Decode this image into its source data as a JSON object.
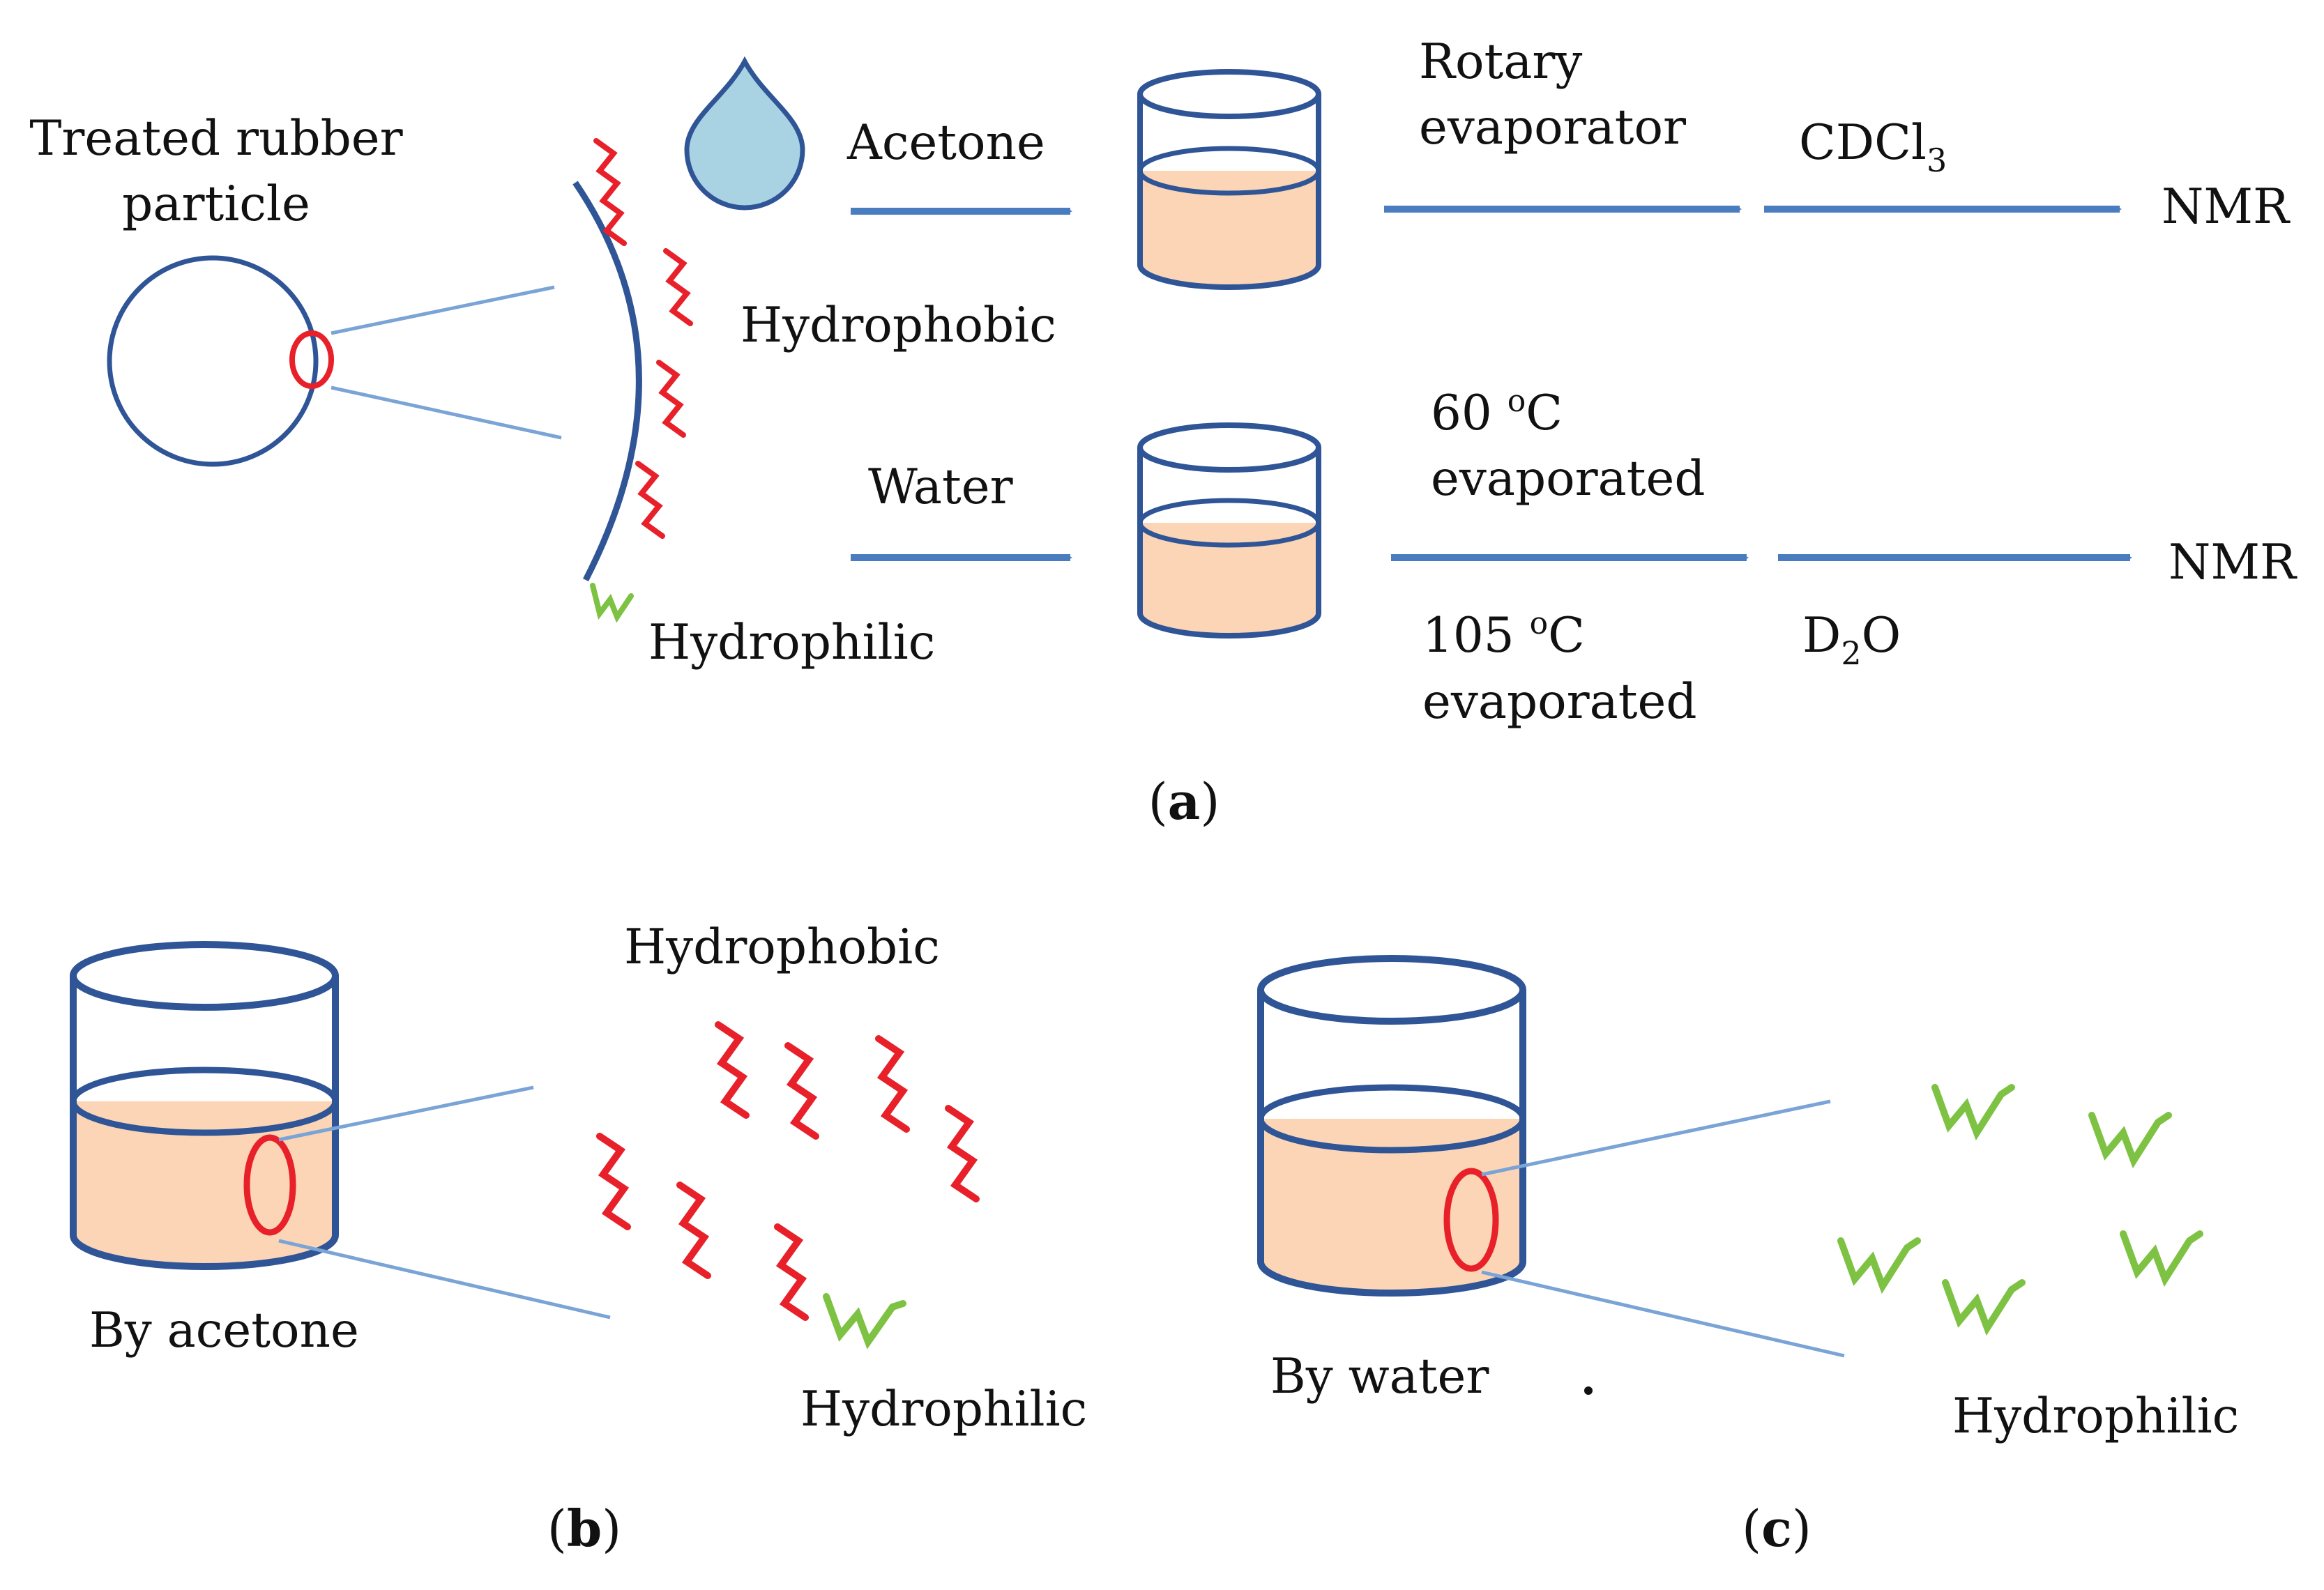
{
  "panel_a": {
    "particle_label_line1": "Treated rubber",
    "particle_label_line2": "particle",
    "hydrophobic_label": "Hydrophobic",
    "hydrophilic_label": "Hydrophilic",
    "acetone_label": "Acetone",
    "water_label": "Water",
    "rotary_line1": "Rotary",
    "rotary_line2": "evaporator",
    "cdcl_main": "CDCl",
    "cdcl_sub": "3",
    "nmr_top": "NMR",
    "temp60_value": "60 ",
    "temp60_sup": "o",
    "temp60_unit": "C",
    "evap_line_a": "evaporated",
    "temp105_value": "105 ",
    "temp105_sup": "o",
    "temp105_unit": "C",
    "evap_line_b": "evaporated",
    "d2o_main1": "D",
    "d2o_sub": "2",
    "d2o_main2": "O",
    "nmr_bottom": "NMR",
    "caption_open": "(",
    "caption_letter": "a",
    "caption_close": ")"
  },
  "panel_b": {
    "beaker_label": "By acetone",
    "hydrophobic_label": "Hydrophobic",
    "hydrophilic_label": "Hydrophilic",
    "caption_open": "(",
    "caption_letter": "b",
    "caption_close": ")"
  },
  "panel_c": {
    "beaker_label": "By water",
    "hydrophilic_label": "Hydrophilic",
    "caption_open": "(",
    "caption_letter": "c",
    "caption_close": ")"
  },
  "colors": {
    "outline_blue": "#2f5597",
    "arrow_blue": "#4a7cc0",
    "liquid": "#fbd5b5",
    "droplet": "#a9d3e3",
    "hydrophobic_red": "#e8202a",
    "hydrophilic_green": "#7dc243",
    "zoom_circle": "#e8202a"
  }
}
